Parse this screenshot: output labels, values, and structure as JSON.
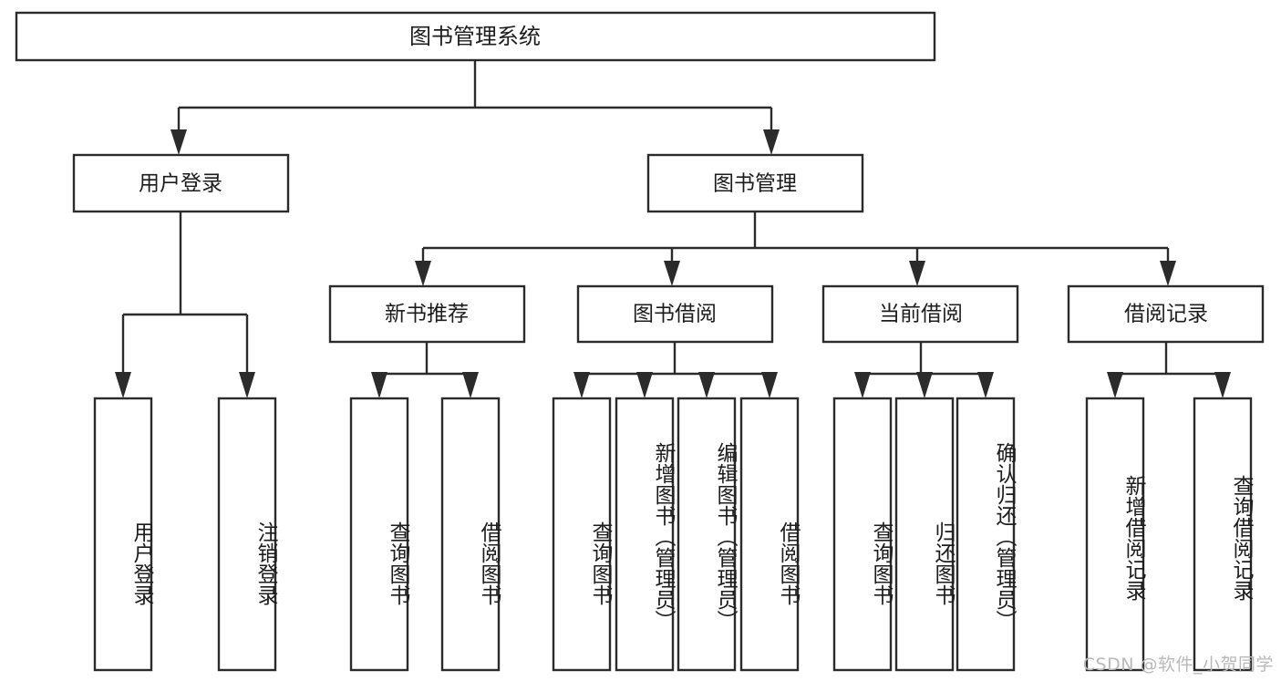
{
  "diagram": {
    "type": "tree-hierarchy",
    "title": "图书管理系统",
    "watermark": "CSDN @软件_小贺同学",
    "root": {
      "id": "root",
      "label": "图书管理系统"
    },
    "level2": [
      {
        "id": "user-login",
        "label": "用户登录"
      },
      {
        "id": "book-management",
        "label": "图书管理"
      }
    ],
    "level3": [
      {
        "id": "new-book-recommend",
        "label": "新书推荐",
        "parent": "book-management"
      },
      {
        "id": "book-borrow",
        "label": "图书借阅",
        "parent": "book-management"
      },
      {
        "id": "current-borrow",
        "label": "当前借阅",
        "parent": "book-management"
      },
      {
        "id": "borrow-record",
        "label": "借阅记录",
        "parent": "book-management"
      }
    ],
    "leaves": [
      {
        "id": "leaf-user-login",
        "label": "用户登录",
        "parent": "user-login"
      },
      {
        "id": "leaf-logout",
        "label": "注销登录",
        "parent": "user-login"
      },
      {
        "id": "leaf-query-book-1",
        "label": "查询图书",
        "parent": "new-book-recommend"
      },
      {
        "id": "leaf-borrow-book-1",
        "label": "借阅图书",
        "parent": "new-book-recommend"
      },
      {
        "id": "leaf-query-book-2",
        "label": "查询图书",
        "parent": "book-borrow"
      },
      {
        "id": "leaf-add-book",
        "label": "新增图书（管理员）",
        "parent": "book-borrow"
      },
      {
        "id": "leaf-edit-book",
        "label": "编辑图书（管理员）",
        "parent": "book-borrow"
      },
      {
        "id": "leaf-borrow-book-2",
        "label": "借阅图书",
        "parent": "book-borrow"
      },
      {
        "id": "leaf-query-book-3",
        "label": "查询图书",
        "parent": "current-borrow"
      },
      {
        "id": "leaf-return-book",
        "label": "归还图书",
        "parent": "current-borrow"
      },
      {
        "id": "leaf-confirm-return",
        "label": "确认归还（管理员）",
        "parent": "current-borrow"
      },
      {
        "id": "leaf-add-record",
        "label": "新增借阅记录",
        "parent": "borrow-record"
      },
      {
        "id": "leaf-query-record",
        "label": "查询借阅记录",
        "parent": "borrow-record"
      }
    ],
    "colors": {
      "box_fill": "#ffffff",
      "box_stroke": "#2b2b2b",
      "text": "#1c1c1c",
      "background": "#ffffff",
      "watermark": "#b9b9b9"
    }
  }
}
